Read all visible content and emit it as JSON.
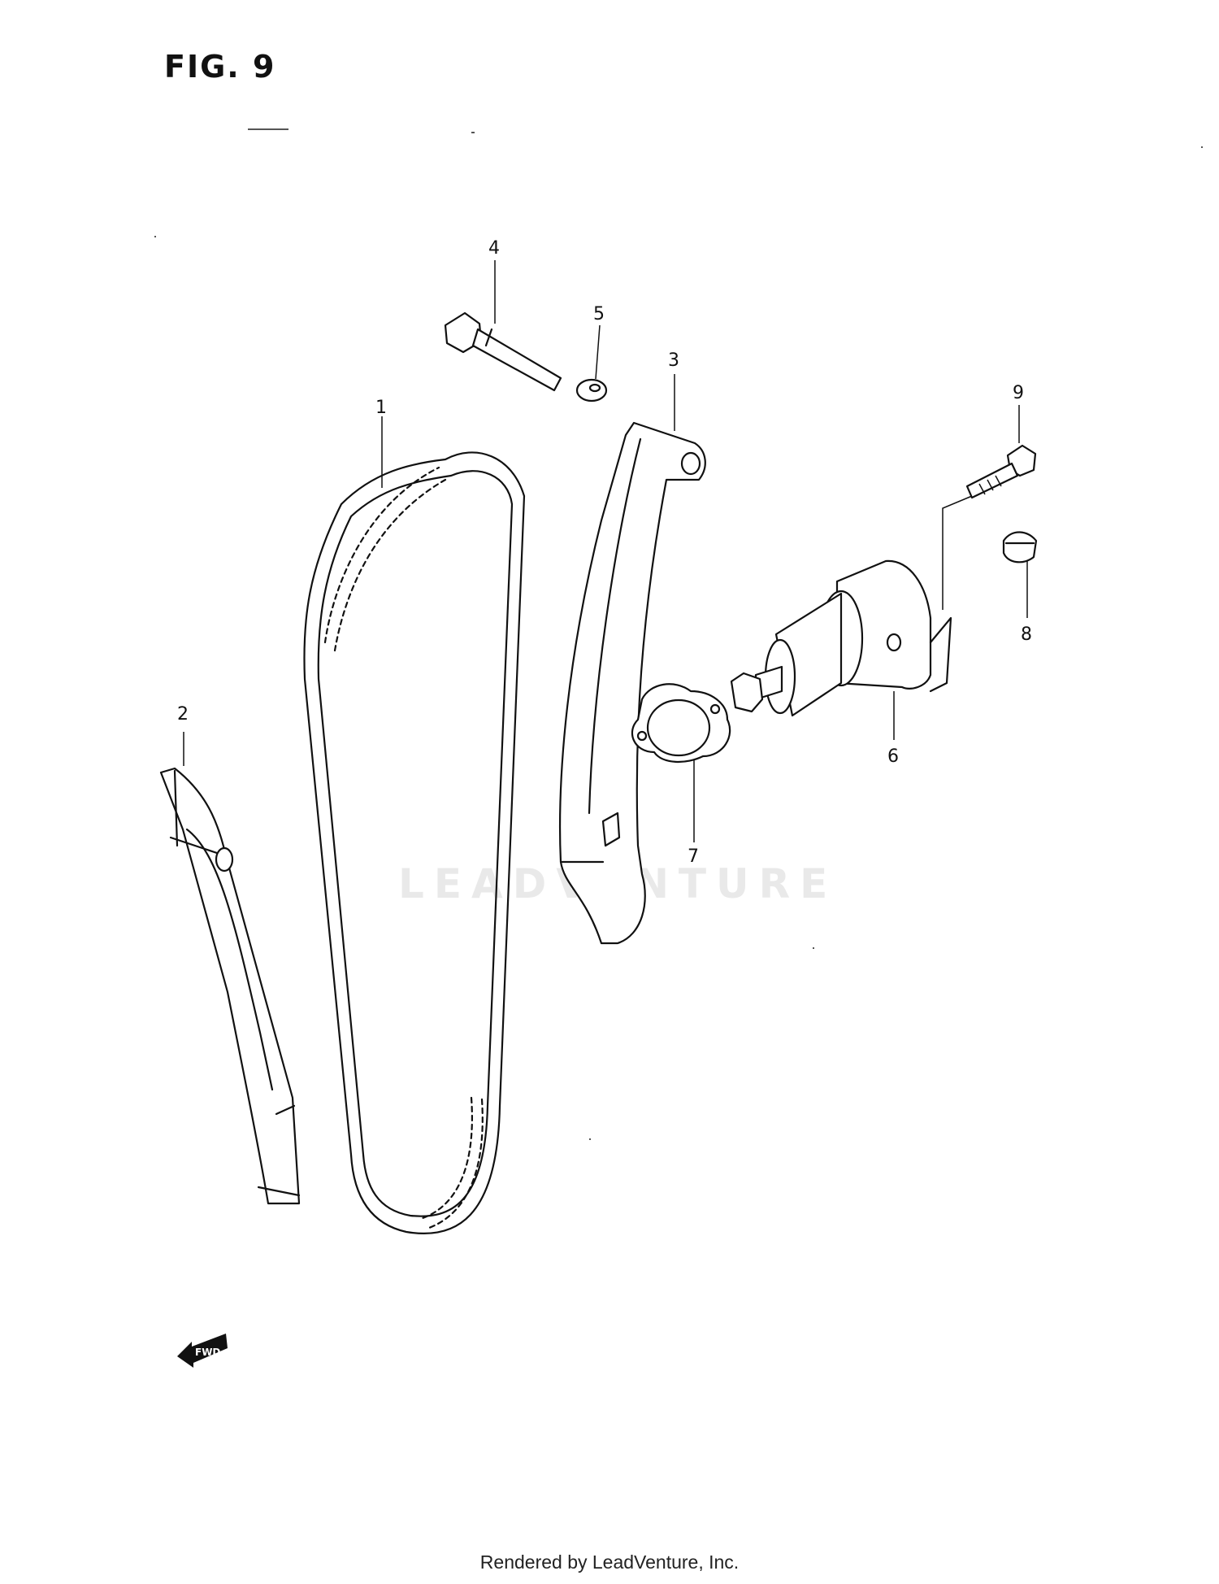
{
  "figure": {
    "title": "FIG. 9"
  },
  "watermark": "LEADVENTURE",
  "footer": "Rendered by LeadVenture, Inc.",
  "callouts": [
    "1",
    "2",
    "3",
    "4",
    "5",
    "6",
    "7",
    "8",
    "9"
  ],
  "direction_badge": "FWD"
}
